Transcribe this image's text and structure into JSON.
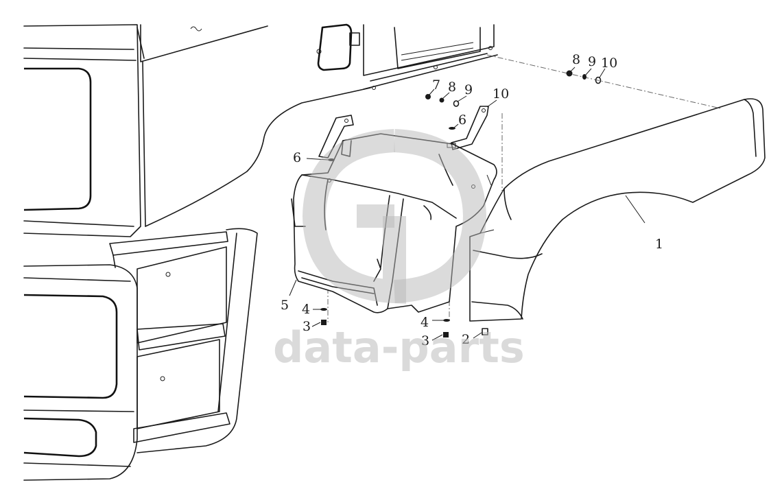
{
  "watermark": {
    "text": "data-parts",
    "logo_name": "data-parts-logo"
  },
  "callouts": [
    {
      "id": "label-1",
      "text": "1"
    },
    {
      "id": "label-2",
      "text": "2"
    },
    {
      "id": "label-3a",
      "text": "3"
    },
    {
      "id": "label-3b",
      "text": "3"
    },
    {
      "id": "label-4a",
      "text": "4"
    },
    {
      "id": "label-4b",
      "text": "4"
    },
    {
      "id": "label-5",
      "text": "5"
    },
    {
      "id": "label-6a",
      "text": "6"
    },
    {
      "id": "label-6b",
      "text": "6"
    },
    {
      "id": "label-7",
      "text": "7"
    },
    {
      "id": "label-8a",
      "text": "8"
    },
    {
      "id": "label-8b",
      "text": "8"
    },
    {
      "id": "label-9a",
      "text": "9"
    },
    {
      "id": "label-9b",
      "text": "9"
    },
    {
      "id": "label-10a",
      "text": "10"
    },
    {
      "id": "label-10b",
      "text": "10"
    }
  ]
}
